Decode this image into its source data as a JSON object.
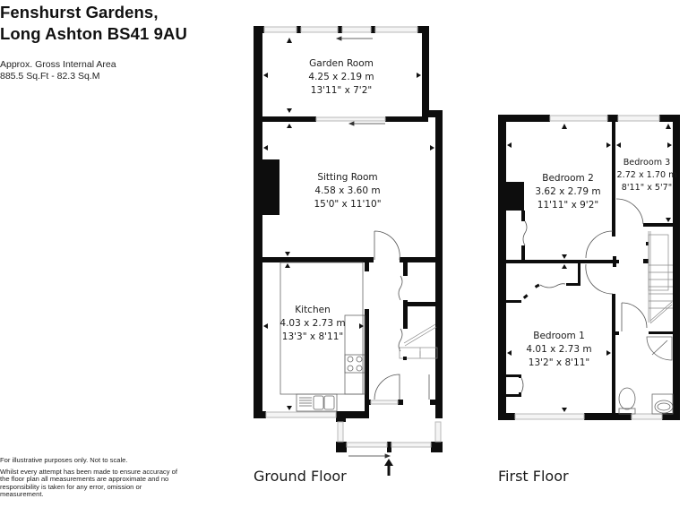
{
  "header": {
    "title_line1": "Fenshurst Gardens,",
    "title_line2": "Long Ashton BS41 9AU",
    "area_label": "Approx. Gross Internal Area",
    "area_value": "885.5 Sq.Ft - 82.3 Sq.M"
  },
  "disclaimer": {
    "line1": "For illustrative purposes only. Not to scale.",
    "line2": "Whilst every attempt has been made to ensure accuracy of the floor plan all measurements are approximate and no responsibility is taken for any error, omission or measurement."
  },
  "floors": {
    "ground": {
      "label": "Ground Floor",
      "rooms": {
        "garden_room": {
          "name": "Garden Room",
          "metric": "4.25 x 2.19 m",
          "imperial": "13'11\" x 7'2\""
        },
        "sitting_room": {
          "name": "Sitting Room",
          "metric": "4.58 x 3.60 m",
          "imperial": "15'0\" x 11'10\""
        },
        "kitchen": {
          "name": "Kitchen",
          "metric": "4.03 x 2.73 m",
          "imperial": "13'3\" x 8'11\""
        }
      }
    },
    "first": {
      "label": "First Floor",
      "rooms": {
        "bedroom_2": {
          "name": "Bedroom 2",
          "metric": "3.62 x 2.79 m",
          "imperial": "11'11\" x 9'2\""
        },
        "bedroom_3": {
          "name": "Bedroom 3",
          "metric": "2.72 x 1.70 m",
          "imperial": "8'11\" x 5'7\""
        },
        "bedroom_1": {
          "name": "Bedroom 1",
          "metric": "4.01 x 2.73 m",
          "imperial": "13'2\" x 8'11\""
        }
      }
    }
  },
  "colors": {
    "wall": "#0d0d0d",
    "window": "#c8c8c8",
    "fixture": "#555555",
    "background": "#ffffff"
  }
}
